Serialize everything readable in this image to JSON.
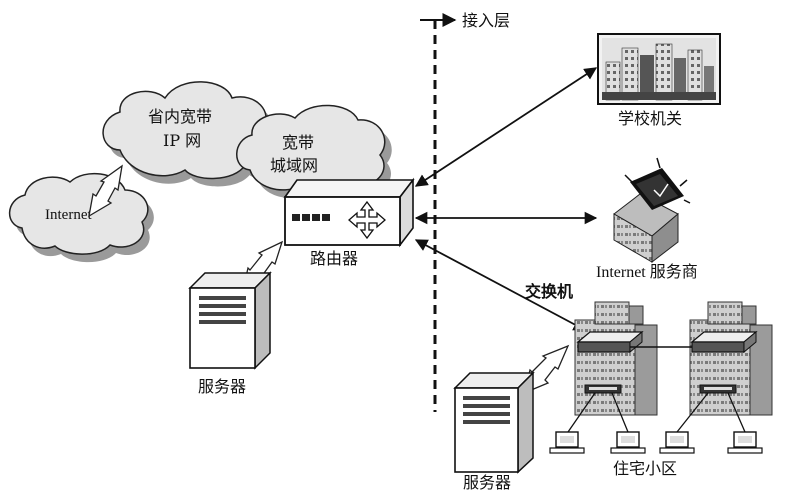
{
  "labels": {
    "access_layer": "接入层",
    "provincial_cloud_line1": "省内宽带",
    "provincial_cloud_line2": "IP 网",
    "metro_cloud_line1": "宽带",
    "metro_cloud_line2": "城域网",
    "internet_cloud": "Internet",
    "router": "路由器",
    "server_left": "服务器",
    "school": "学校机关",
    "isp": "Internet 服务商",
    "switch": "交换机",
    "residential": "住宅小区",
    "server_bottom": "服务器"
  },
  "colors": {
    "cloud_fill": "#e6e6e6",
    "cloud_shadow": "#9a9a9a",
    "line": "#111111",
    "building_fill": "#cfcfcf"
  },
  "icons": [
    "cloud-icon",
    "router-icon",
    "server-icon",
    "building-icon",
    "switch-icon",
    "computer-icon"
  ]
}
